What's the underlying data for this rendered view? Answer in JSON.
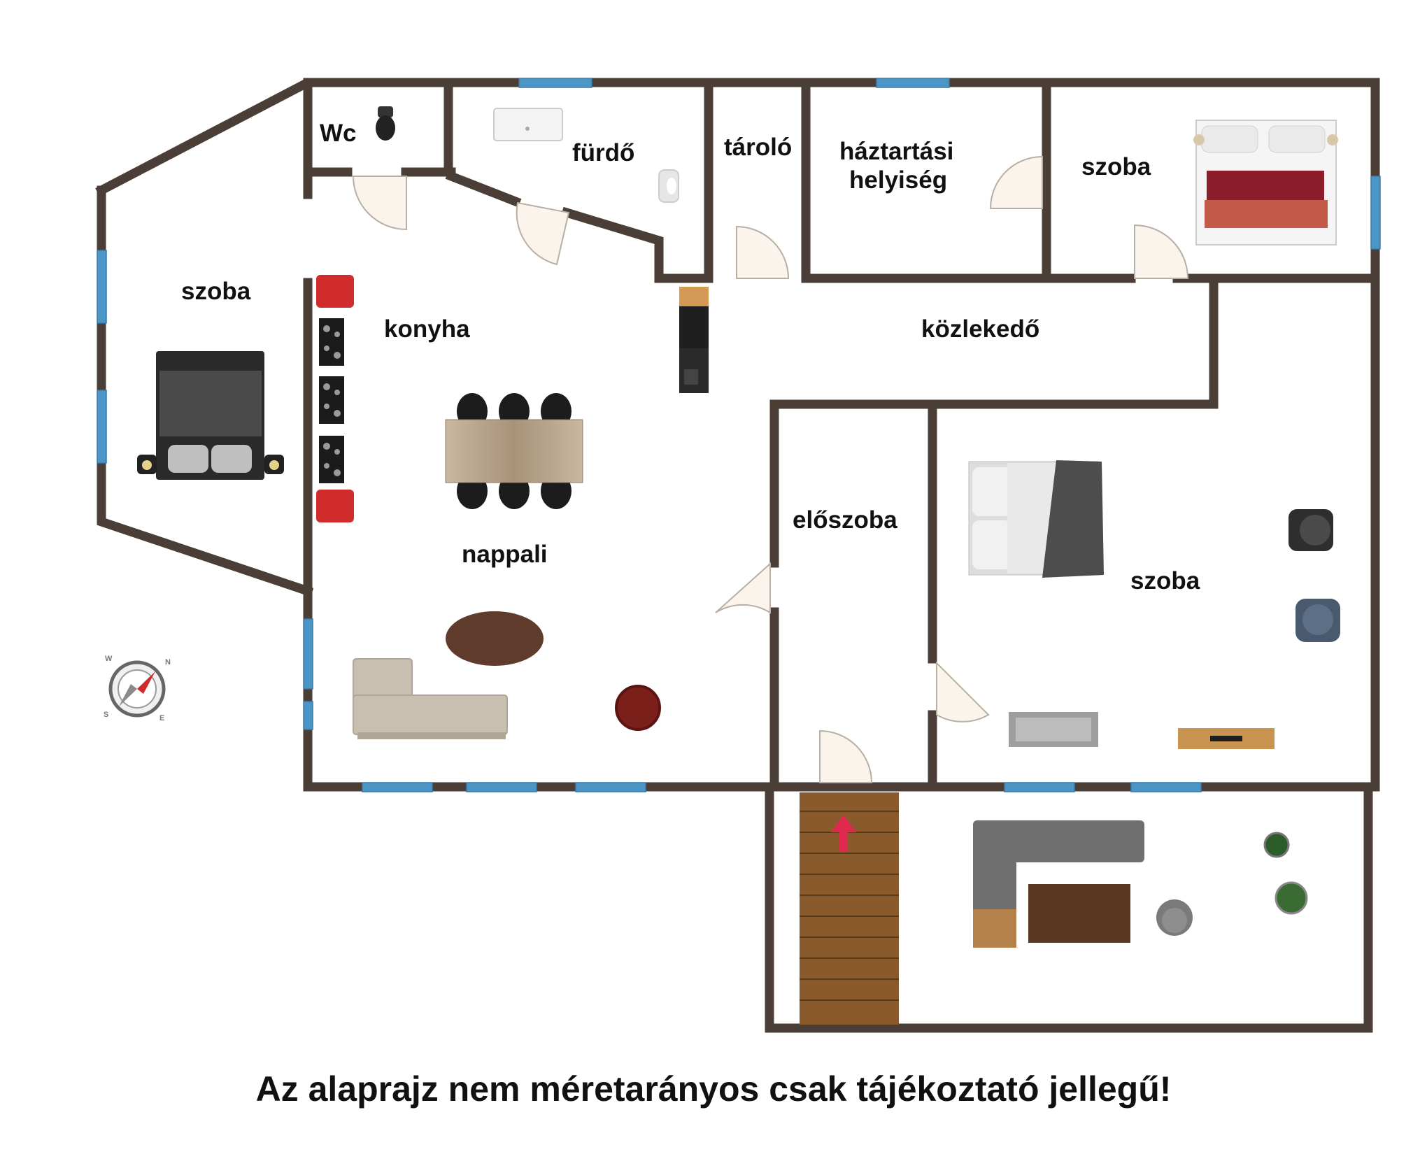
{
  "rooms": {
    "wc": "Wc",
    "furdo": "fürdő",
    "tarolo": "tároló",
    "haztartasi_1": "háztartási",
    "haztartasi_2": "helyiség",
    "szoba_ne": "szoba",
    "szoba_w": "szoba",
    "konyha": "konyha",
    "kozlekedo": "közlekedő",
    "eloszoba": "előszoba",
    "szoba_se": "szoba",
    "nappali": "nappali"
  },
  "compass": {
    "n": "N",
    "e": "E",
    "s": "S",
    "w": "W",
    "icon": "compass-icon"
  },
  "entrance_arrow": {
    "icon": "entrance-arrow-icon"
  },
  "colors": {
    "wall": "#4a3e37",
    "window": "#4b95c7",
    "door_fill": "#fbf4ec",
    "stair": "#8a5a2c",
    "arrow": "#e0294f"
  },
  "disclaimer": "Az alaprajz nem méretarányos csak tájékoztató jellegű!"
}
